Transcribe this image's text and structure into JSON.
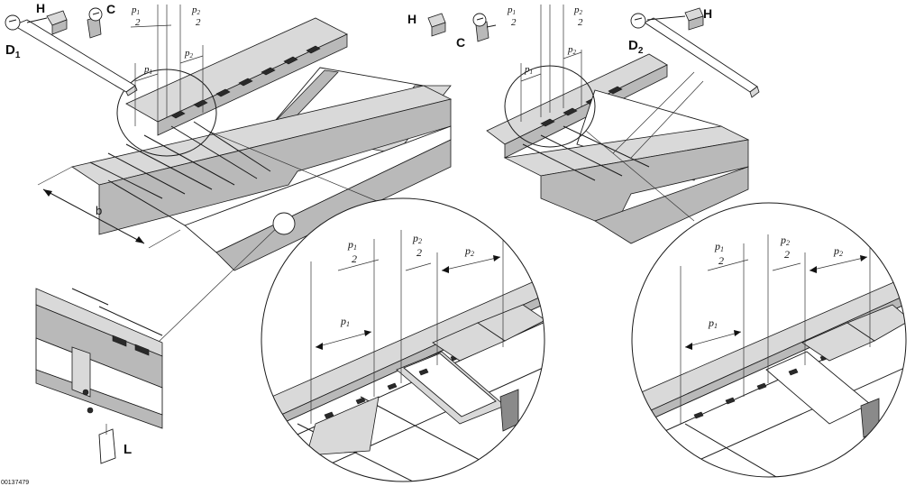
{
  "labels": {
    "H": "H",
    "C": "C",
    "D1_main": "D",
    "D1_sub": "1",
    "D2_main": "D",
    "D2_sub": "2",
    "L": "L",
    "b": "b"
  },
  "dimensions": {
    "p1": "p",
    "p1_sub": "1",
    "p2": "p",
    "p2_sub": "2",
    "half": "2"
  },
  "figure_id": "00137479"
}
